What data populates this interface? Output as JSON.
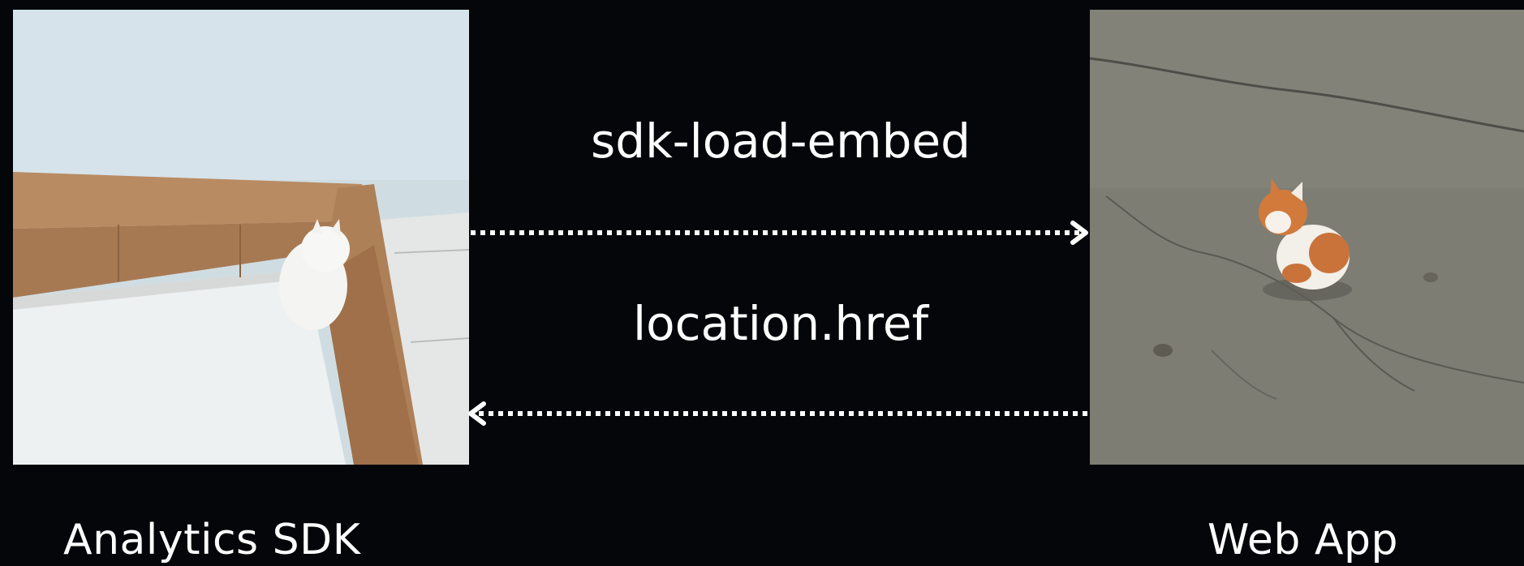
{
  "nodes": {
    "left": {
      "label": "Analytics SDK",
      "image": "kitten-in-cardboard-box"
    },
    "right": {
      "label": "Web App",
      "image": "kitten-on-pavement"
    }
  },
  "messages": {
    "top": {
      "text": "sdk-load-embed",
      "direction": "left-to-right"
    },
    "bottom": {
      "text": "location.href",
      "direction": "right-to-left"
    }
  },
  "colors": {
    "background": "#05060a",
    "text": "#ffffff",
    "arrow": "#ffffff"
  }
}
